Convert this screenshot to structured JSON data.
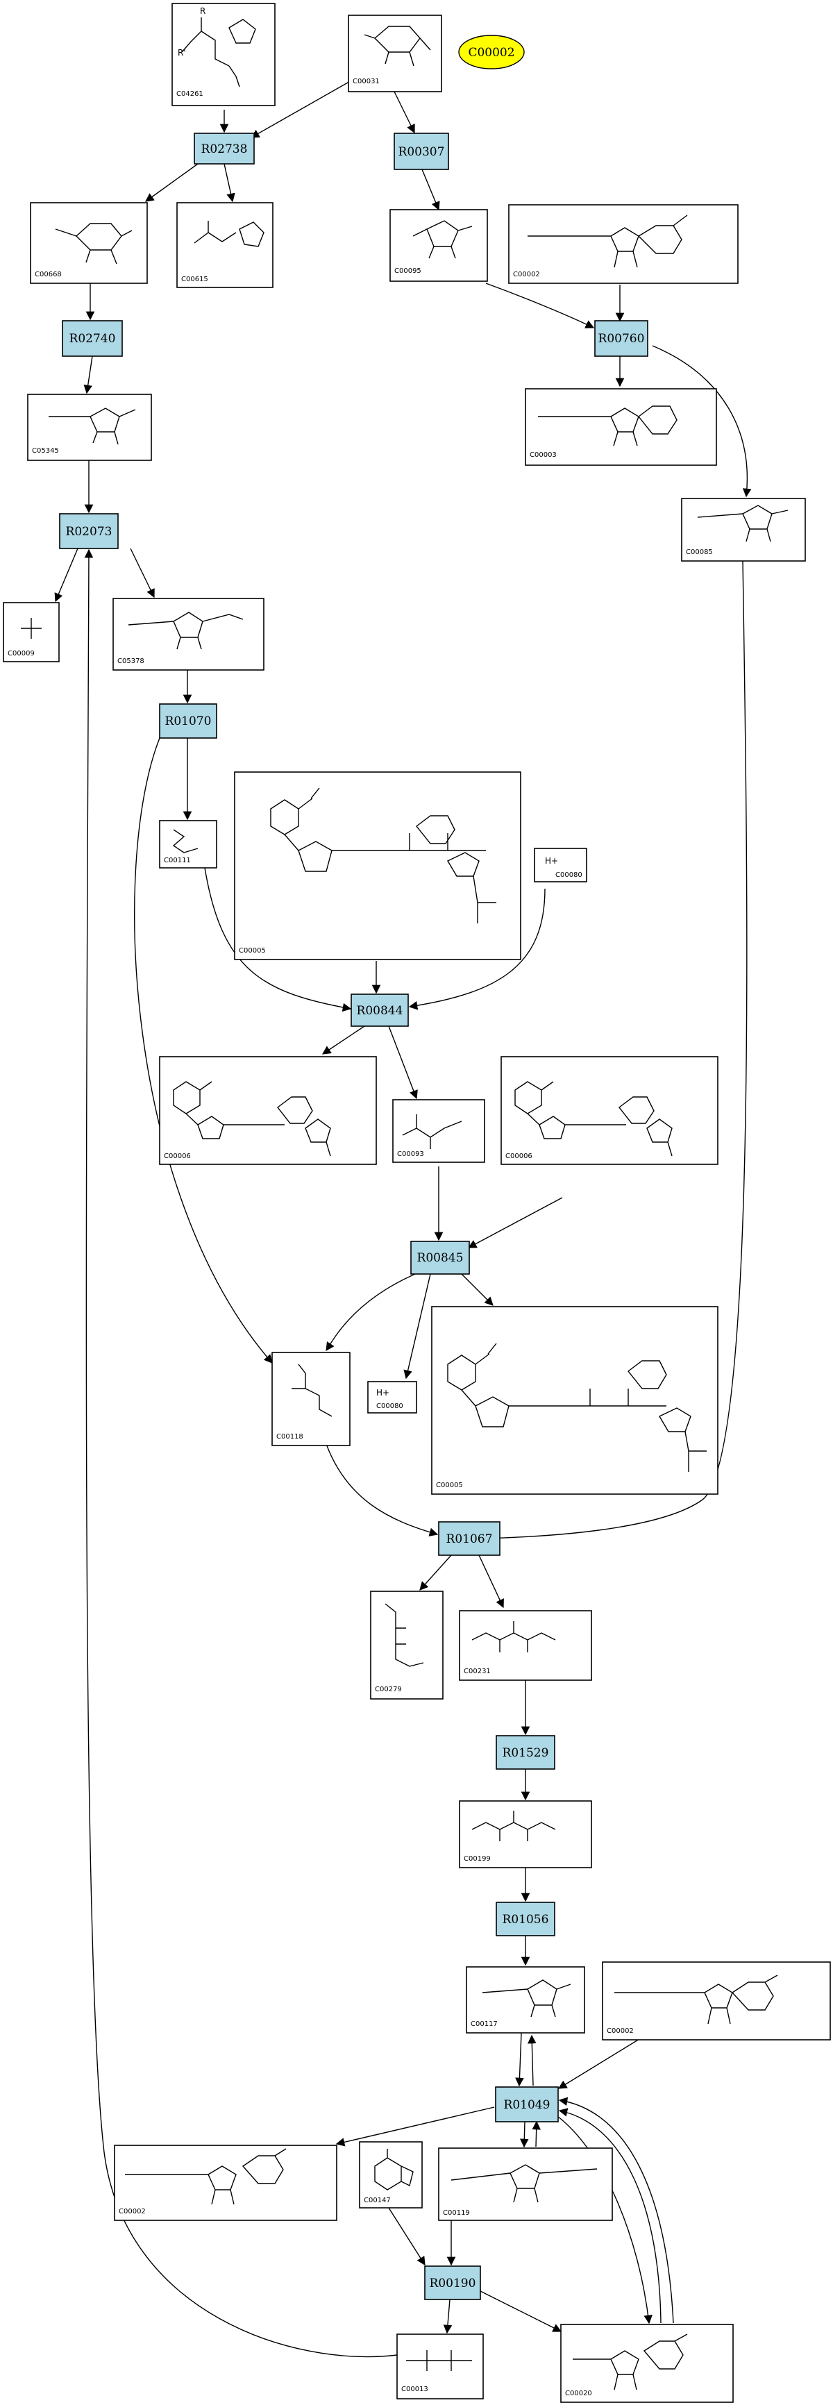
{
  "highlight": {
    "label": "C00002",
    "color": "#ffff00"
  },
  "reactions": [
    {
      "id": "R02738"
    },
    {
      "id": "R00307"
    },
    {
      "id": "R02740"
    },
    {
      "id": "R00760"
    },
    {
      "id": "R02073"
    },
    {
      "id": "R01070"
    },
    {
      "id": "R00844"
    },
    {
      "id": "R00845"
    },
    {
      "id": "R01067"
    },
    {
      "id": "R01529"
    },
    {
      "id": "R01056"
    },
    {
      "id": "R01049"
    },
    {
      "id": "R00190"
    }
  ],
  "compounds": [
    {
      "id": "C04261"
    },
    {
      "id": "C00031"
    },
    {
      "id": "C00668"
    },
    {
      "id": "C00615"
    },
    {
      "id": "C00095"
    },
    {
      "id": "C00002"
    },
    {
      "id": "C05345"
    },
    {
      "id": "C00003"
    },
    {
      "id": "C00085"
    },
    {
      "id": "C00009"
    },
    {
      "id": "C05378"
    },
    {
      "id": "C00111"
    },
    {
      "id": "C00005"
    },
    {
      "id": "C00080"
    },
    {
      "id": "C00006"
    },
    {
      "id": "C00093"
    },
    {
      "id": "C00006"
    },
    {
      "id": "C00118"
    },
    {
      "id": "C00080"
    },
    {
      "id": "C00005"
    },
    {
      "id": "C00279"
    },
    {
      "id": "C00231"
    },
    {
      "id": "C00199"
    },
    {
      "id": "C00117"
    },
    {
      "id": "C00002"
    },
    {
      "id": "C00002"
    },
    {
      "id": "C00147"
    },
    {
      "id": "C00119"
    },
    {
      "id": "C00013"
    },
    {
      "id": "C00020"
    }
  ],
  "hplus_label": "H+"
}
